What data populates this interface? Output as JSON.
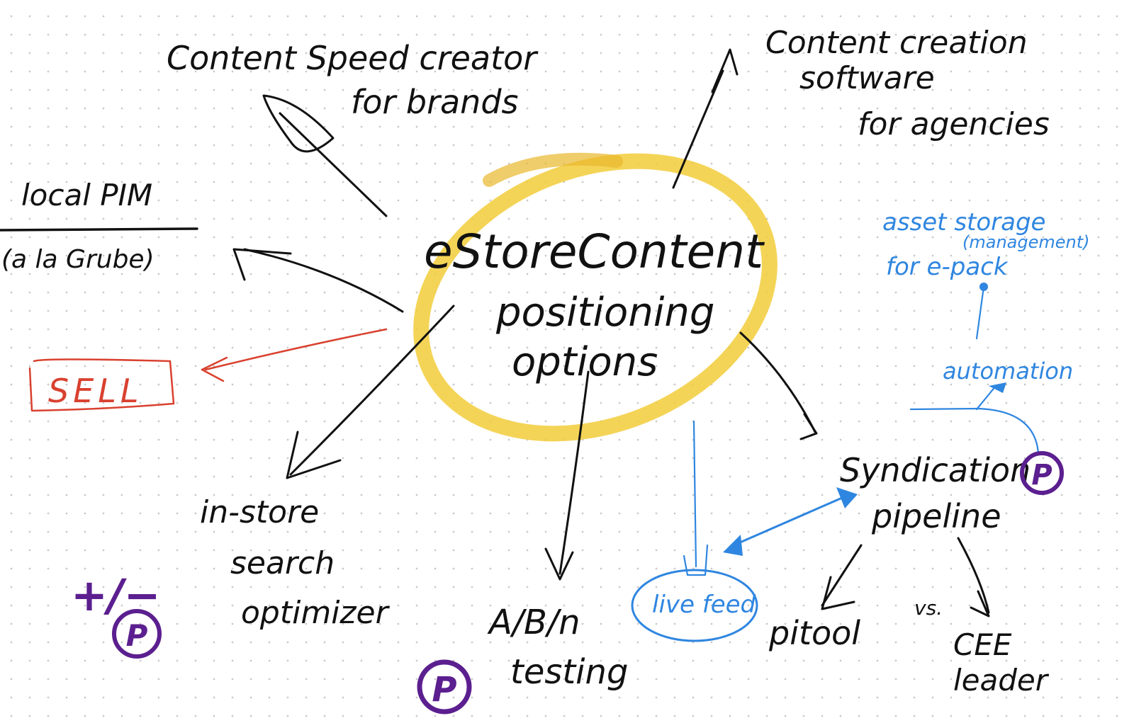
{
  "canvas": {
    "background": "dot-grid",
    "colors": {
      "ink": "#111111",
      "highlight": "#f2cc3a",
      "blue": "#2f86e0",
      "red": "#d9412f",
      "purple": "#5b1f8f"
    }
  },
  "center": {
    "line1": "eStoreContent",
    "line2": "positioning",
    "line3": "options"
  },
  "nodes": {
    "speed_creator": {
      "line1": "Content Speed creator",
      "line2": "for brands"
    },
    "creation_software": {
      "line1": "Content creation",
      "line2": "software",
      "line3": "for agencies"
    },
    "local_pim": {
      "line1": "local PIM",
      "line2": "(a la Grube)"
    },
    "sell": {
      "label": "SELL"
    },
    "search_optimizer": {
      "line1": "in-store",
      "line2": "search",
      "line3": "optimizer"
    },
    "ab_testing": {
      "line1": "A/B/n",
      "line2": "testing"
    },
    "live_feed": {
      "label": "live feed"
    },
    "syndication": {
      "line1": "Syndication",
      "line2": "pipeline"
    },
    "pitool": {
      "label": "pitool"
    },
    "versus": {
      "label": "vs."
    },
    "cee_leader": {
      "line1": "CEE",
      "line2": "leader"
    },
    "automation": {
      "label": "automation"
    },
    "asset_storage": {
      "line1": "asset storage",
      "line2": "(management)",
      "line3": "for e-pack"
    }
  },
  "markers": {
    "plus_minus": "+/−",
    "p_symbol": "P"
  }
}
